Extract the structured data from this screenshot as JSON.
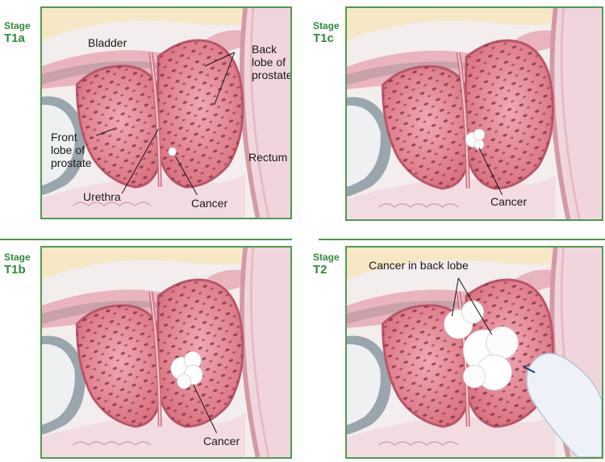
{
  "panels": {
    "t1a": {
      "stage_word": "Stage",
      "stage_code": "T1a",
      "bladder": "Bladder",
      "back_lobe": "Back\nlobe of\nprostate",
      "front_lobe": "Front\nlobe of\nprostate",
      "rectum": "Rectum",
      "urethra": "Urethra",
      "cancer": "Cancer"
    },
    "t1c": {
      "stage_word": "Stage",
      "stage_code": "T1c",
      "cancer": "Cancer"
    },
    "t1b": {
      "stage_word": "Stage",
      "stage_code": "T1b",
      "cancer": "Cancer"
    },
    "t2": {
      "stage_word": "Stage",
      "stage_code": "T2",
      "cancer_back": "Cancer in back lobe"
    }
  },
  "colors": {
    "stage_green": "#2e8b3a",
    "frame_green": "#4f9a4f",
    "prostate_pink": "#e48a9a",
    "tissue_light": "#f1c2c8"
  }
}
